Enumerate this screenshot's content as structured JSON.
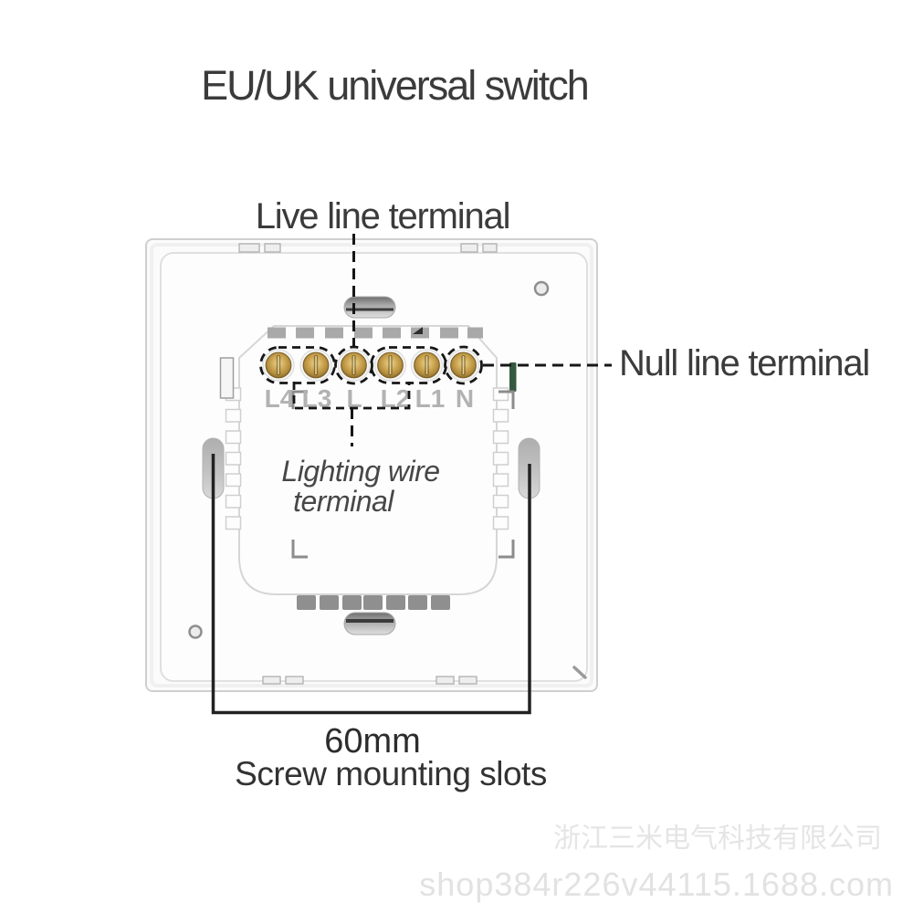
{
  "title": "EU/UK universal switch",
  "annotations": {
    "live_line": "Live line terminal",
    "null_line": "Null line terminal",
    "lighting_line1": "Lighting wire",
    "lighting_line2": "terminal",
    "dimension": "60mm",
    "screw_slots": "Screw mounting slots"
  },
  "terminals": {
    "labels": [
      "L4",
      "L3",
      "L",
      "L2",
      "L1",
      "N"
    ]
  },
  "watermark": {
    "company": "浙江三米电气科技有限公司",
    "shop_url": "shop384r226v44115.1688.com"
  },
  "colors": {
    "background": "#ffffff",
    "panel_white": "#fcfcfc",
    "panel_border": "#cfcfcf",
    "brass_terminal": "#c9a352",
    "dashed_annotation": "#161616",
    "terminal_label_gray": "#b2b2b2",
    "text_dark": "#3b3b3b",
    "watermark_gray": "#e3e3e3",
    "pcb_green": "#35593f"
  }
}
